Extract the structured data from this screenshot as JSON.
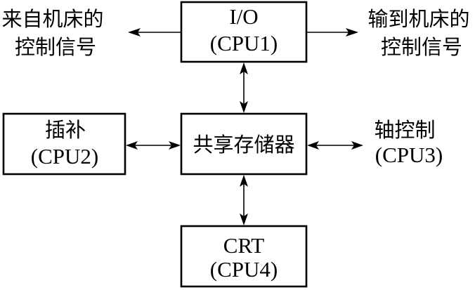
{
  "nodes": {
    "io": {
      "line1": "I/O",
      "line2": "(CPU1)"
    },
    "interp": {
      "line1": "插补",
      "line2": "(CPU2)"
    },
    "shared": {
      "line1": "共享存储器"
    },
    "axis": {
      "line1": "轴控制",
      "line2": "(CPU3)"
    },
    "crt": {
      "line1": "CRT",
      "line2": "(CPU4)"
    }
  },
  "labels": {
    "from_machine": {
      "line1": "来自机床的",
      "line2": "控制信号"
    },
    "to_machine": {
      "line1": "输到机床的",
      "line2": "控制信号"
    }
  }
}
